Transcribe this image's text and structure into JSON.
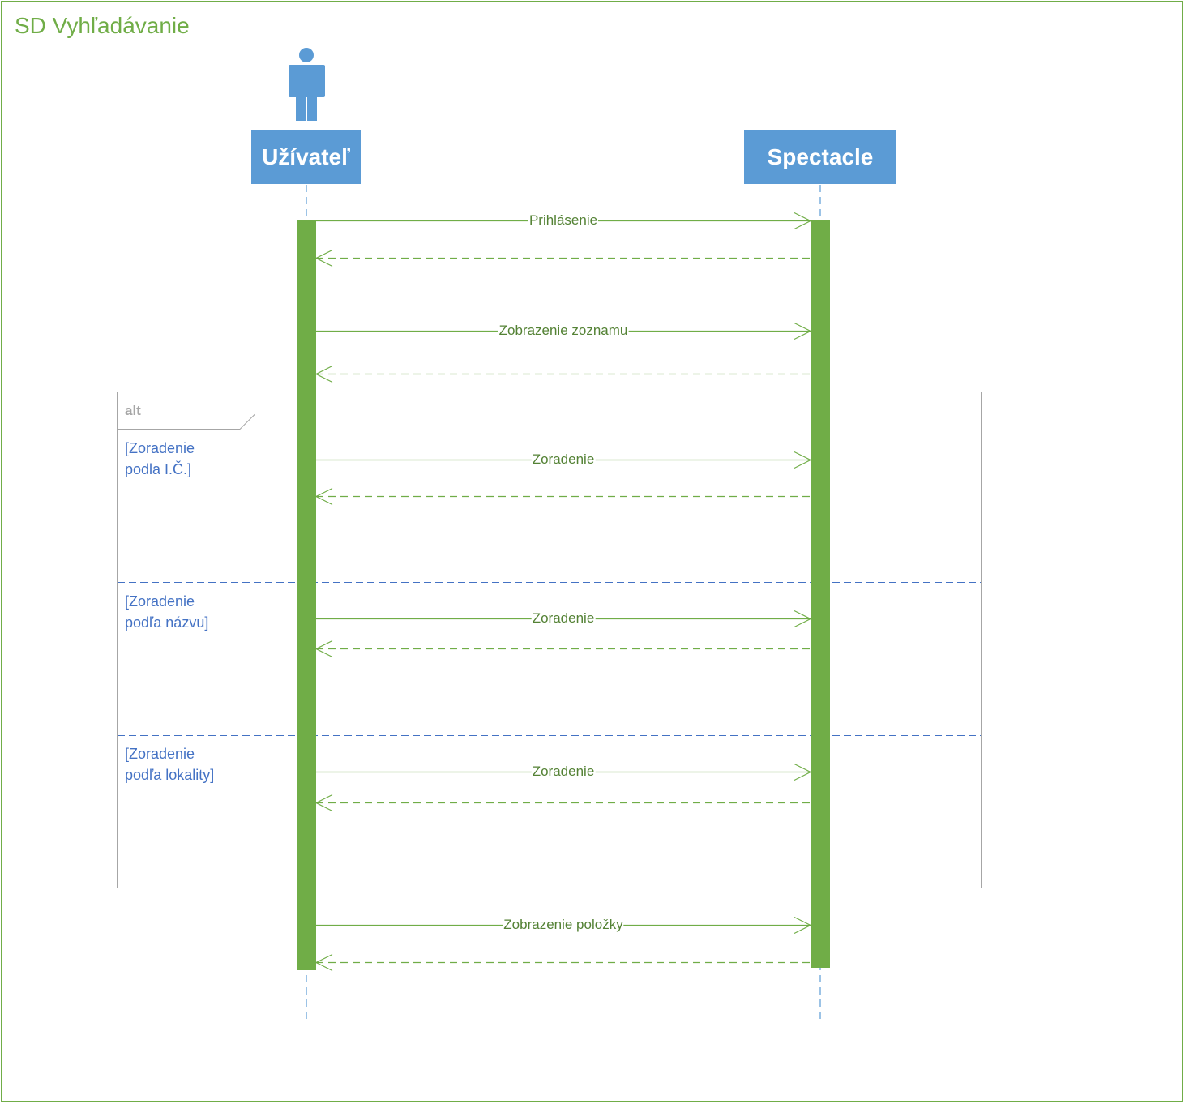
{
  "diagram": {
    "title": "SD Vyhľadávanie",
    "lifelines": [
      {
        "name": "Užívateľ",
        "kind": "actor"
      },
      {
        "name": "Spectacle",
        "kind": "system"
      }
    ],
    "messages": [
      {
        "label": "Prihlásenie",
        "direction": "request"
      },
      {
        "label": "",
        "direction": "reply"
      },
      {
        "label": "Zobrazenie zoznamu",
        "direction": "request"
      },
      {
        "label": "",
        "direction": "reply"
      },
      {
        "label": "Zoradenie",
        "direction": "request"
      },
      {
        "label": "",
        "direction": "reply"
      },
      {
        "label": "Zoradenie",
        "direction": "request"
      },
      {
        "label": "",
        "direction": "reply"
      },
      {
        "label": "Zoradenie",
        "direction": "request"
      },
      {
        "label": "",
        "direction": "reply"
      },
      {
        "label": "Zobrazenie položky",
        "direction": "request"
      },
      {
        "label": "",
        "direction": "reply"
      }
    ],
    "fragment": {
      "operator": "alt",
      "guards": [
        {
          "line1": "[Zoradenie",
          "line2": "podla I.Č.]"
        },
        {
          "line1": "[Zoradenie",
          "line2": "podľa názvu]"
        },
        {
          "line1": "[Zoradenie",
          "line2": "podľa lokality]"
        }
      ]
    },
    "colors": {
      "green": "#70ad47",
      "message_text": "#548235",
      "actor_blue": "#5b9bd5",
      "guard_blue": "#4472c4",
      "fragment_gray": "#a6a6a6"
    }
  }
}
